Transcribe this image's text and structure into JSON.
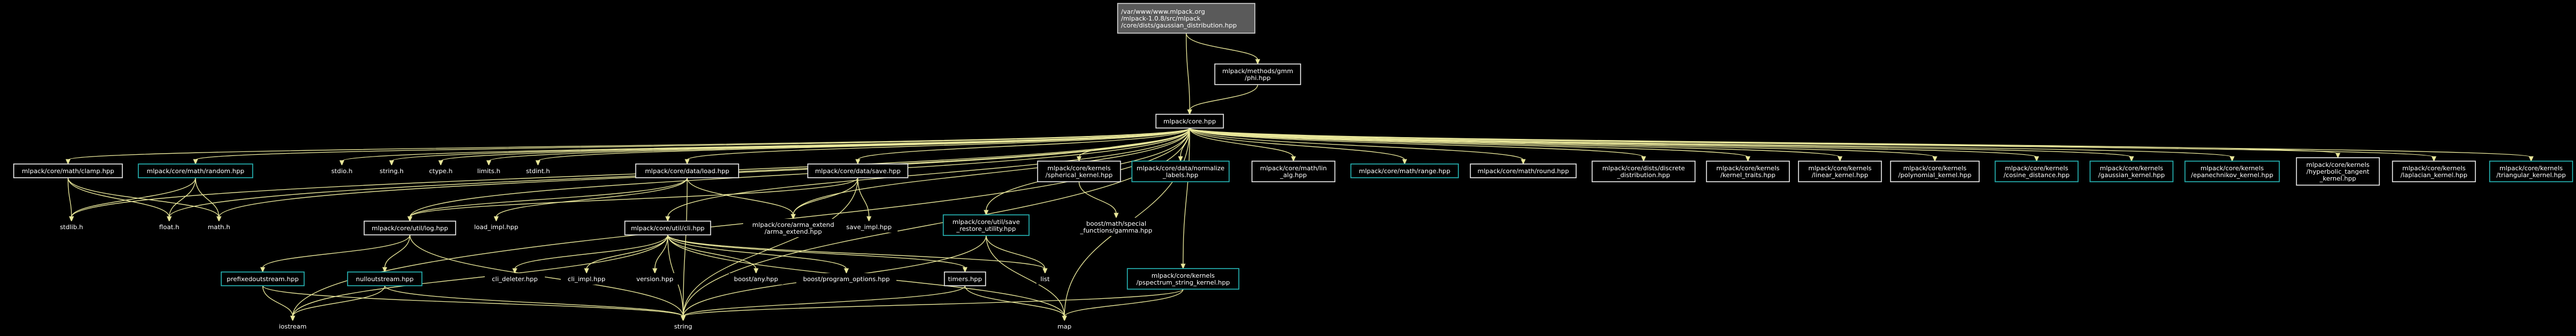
{
  "colors": {
    "background": "#000000",
    "edge": "#e9e79a",
    "documented_border": "#e6e6e6",
    "linked_border": "#25b2b2",
    "root_fill": "#5a5a5a",
    "text": "#ffffff"
  },
  "nodes": [
    {
      "id": "root",
      "kind": "root",
      "lines": [
        "/var/www/www.mlpack.org",
        "/mlpack-1.0.8/src/mlpack",
        "/core/dists/gaussian_distribution.hpp"
      ]
    },
    {
      "id": "gmm_phi",
      "kind": "box",
      "lines": [
        "mlpack/methods/gmm",
        "/phi.hpp"
      ]
    },
    {
      "id": "core",
      "kind": "box",
      "lines": [
        "mlpack/core.hpp"
      ]
    },
    {
      "id": "clamp",
      "kind": "box",
      "lines": [
        "mlpack/core/math/clamp.hpp"
      ]
    },
    {
      "id": "random",
      "kind": "cyan",
      "lines": [
        "mlpack/core/math/random.hpp"
      ]
    },
    {
      "id": "stdio",
      "kind": "plain",
      "lines": [
        "stdio.h"
      ]
    },
    {
      "id": "string_h",
      "kind": "plain",
      "lines": [
        "string.h"
      ]
    },
    {
      "id": "ctype",
      "kind": "plain",
      "lines": [
        "ctype.h"
      ]
    },
    {
      "id": "limits",
      "kind": "plain",
      "lines": [
        "limits.h"
      ]
    },
    {
      "id": "stdint",
      "kind": "plain",
      "lines": [
        "stdint.h"
      ]
    },
    {
      "id": "load",
      "kind": "box",
      "lines": [
        "mlpack/core/data/load.hpp"
      ]
    },
    {
      "id": "save",
      "kind": "box",
      "lines": [
        "mlpack/core/data/save.hpp"
      ]
    },
    {
      "id": "normalize",
      "kind": "cyan",
      "lines": [
        "mlpack/core/data/normalize",
        "_labels.hpp"
      ]
    },
    {
      "id": "spherical",
      "kind": "box",
      "lines": [
        "mlpack/core/kernels",
        "/spherical_kernel.hpp"
      ]
    },
    {
      "id": "lin_alg",
      "kind": "box",
      "lines": [
        "mlpack/core/math/lin",
        "_alg.hpp"
      ]
    },
    {
      "id": "range",
      "kind": "cyan",
      "lines": [
        "mlpack/core/math/range.hpp"
      ]
    },
    {
      "id": "round",
      "kind": "box",
      "lines": [
        "mlpack/core/math/round.hpp"
      ]
    },
    {
      "id": "discrete",
      "kind": "box",
      "lines": [
        "mlpack/core/dists/discrete",
        "_distribution.hpp"
      ]
    },
    {
      "id": "kernel_traits",
      "kind": "box",
      "lines": [
        "mlpack/core/kernels",
        "/kernel_traits.hpp"
      ]
    },
    {
      "id": "linear_kernel",
      "kind": "box",
      "lines": [
        "mlpack/core/kernels",
        "/linear_kernel.hpp"
      ]
    },
    {
      "id": "polynomial",
      "kind": "box",
      "lines": [
        "mlpack/core/kernels",
        "/polynomial_kernel.hpp"
      ]
    },
    {
      "id": "cosine",
      "kind": "cyan",
      "lines": [
        "mlpack/core/kernels",
        "/cosine_distance.hpp"
      ]
    },
    {
      "id": "gaussian_kernel",
      "kind": "cyan",
      "lines": [
        "mlpack/core/kernels",
        "/gaussian_kernel.hpp"
      ]
    },
    {
      "id": "epanechnikov",
      "kind": "cyan",
      "lines": [
        "mlpack/core/kernels",
        "/epanechnikov_kernel.hpp"
      ]
    },
    {
      "id": "hyperbolic",
      "kind": "box",
      "lines": [
        "mlpack/core/kernels",
        "/hyperbolic_tangent",
        "_kernel.hpp"
      ]
    },
    {
      "id": "laplacian",
      "kind": "box",
      "lines": [
        "mlpack/core/kernels",
        "/laplacian_kernel.hpp"
      ]
    },
    {
      "id": "triangular",
      "kind": "cyan",
      "lines": [
        "mlpack/core/kernels",
        "/triangular_kernel.hpp"
      ]
    },
    {
      "id": "stdlib",
      "kind": "plain",
      "lines": [
        "stdlib.h"
      ]
    },
    {
      "id": "float",
      "kind": "plain",
      "lines": [
        "float.h"
      ]
    },
    {
      "id": "math_h",
      "kind": "plain",
      "lines": [
        "math.h"
      ]
    },
    {
      "id": "log_hpp",
      "kind": "box",
      "lines": [
        "mlpack/core/util/log.hpp"
      ]
    },
    {
      "id": "load_impl",
      "kind": "plain",
      "lines": [
        "load_impl.hpp"
      ]
    },
    {
      "id": "cli",
      "kind": "box",
      "lines": [
        "mlpack/core/util/cli.hpp"
      ]
    },
    {
      "id": "arma_extend",
      "kind": "plain",
      "lines": [
        "mlpack/core/arma_extend",
        "/arma_extend.hpp"
      ]
    },
    {
      "id": "save_impl",
      "kind": "plain",
      "lines": [
        "save_impl.hpp"
      ]
    },
    {
      "id": "save_restore",
      "kind": "cyan",
      "lines": [
        "mlpack/core/util/save",
        "_restore_utility.hpp"
      ]
    },
    {
      "id": "gamma",
      "kind": "plain",
      "lines": [
        "boost/math/special",
        "_functions/gamma.hpp"
      ]
    },
    {
      "id": "prefixed",
      "kind": "cyan",
      "lines": [
        "prefixedoutstream.hpp"
      ]
    },
    {
      "id": "nulloutstream",
      "kind": "cyan",
      "lines": [
        "nulloutstream.hpp"
      ]
    },
    {
      "id": "cli_deleter",
      "kind": "plain",
      "lines": [
        "cli_deleter.hpp"
      ]
    },
    {
      "id": "cli_impl",
      "kind": "plain",
      "lines": [
        "cli_impl.hpp"
      ]
    },
    {
      "id": "version",
      "kind": "plain",
      "lines": [
        "version.hpp"
      ]
    },
    {
      "id": "boost_any",
      "kind": "plain",
      "lines": [
        "boost/any.hpp"
      ]
    },
    {
      "id": "program_options",
      "kind": "plain",
      "lines": [
        "boost/program_options.hpp"
      ]
    },
    {
      "id": "timers",
      "kind": "box",
      "lines": [
        "timers.hpp"
      ]
    },
    {
      "id": "list",
      "kind": "plain",
      "lines": [
        "list"
      ]
    },
    {
      "id": "pspectrum",
      "kind": "cyan",
      "lines": [
        "mlpack/core/kernels",
        "/pspectrum_string_kernel.hpp"
      ]
    },
    {
      "id": "iostream",
      "kind": "plain",
      "lines": [
        "iostream"
      ]
    },
    {
      "id": "string",
      "kind": "plain",
      "lines": [
        "string"
      ]
    },
    {
      "id": "map",
      "kind": "plain",
      "lines": [
        "map"
      ]
    }
  ],
  "edges": [
    [
      "root",
      "gmm_phi"
    ],
    [
      "root",
      "core"
    ],
    [
      "gmm_phi",
      "core"
    ],
    [
      "core",
      "clamp"
    ],
    [
      "core",
      "random"
    ],
    [
      "core",
      "stdio"
    ],
    [
      "core",
      "string_h"
    ],
    [
      "core",
      "ctype"
    ],
    [
      "core",
      "limits"
    ],
    [
      "core",
      "stdint"
    ],
    [
      "core",
      "load"
    ],
    [
      "core",
      "save"
    ],
    [
      "core",
      "normalize"
    ],
    [
      "core",
      "spherical"
    ],
    [
      "core",
      "lin_alg"
    ],
    [
      "core",
      "range"
    ],
    [
      "core",
      "round"
    ],
    [
      "core",
      "discrete"
    ],
    [
      "core",
      "kernel_traits"
    ],
    [
      "core",
      "linear_kernel"
    ],
    [
      "core",
      "polynomial"
    ],
    [
      "core",
      "cosine"
    ],
    [
      "core",
      "gaussian_kernel"
    ],
    [
      "core",
      "epanechnikov"
    ],
    [
      "core",
      "hyperbolic"
    ],
    [
      "core",
      "laplacian"
    ],
    [
      "core",
      "triangular"
    ],
    [
      "core",
      "stdlib"
    ],
    [
      "core",
      "float"
    ],
    [
      "core",
      "math_h"
    ],
    [
      "core",
      "log_hpp"
    ],
    [
      "core",
      "cli"
    ],
    [
      "core",
      "arma_extend"
    ],
    [
      "core",
      "save_restore"
    ],
    [
      "core",
      "pspectrum"
    ],
    [
      "core",
      "iostream"
    ],
    [
      "core",
      "string"
    ],
    [
      "core",
      "map"
    ],
    [
      "clamp",
      "stdlib"
    ],
    [
      "clamp",
      "float"
    ],
    [
      "clamp",
      "math_h"
    ],
    [
      "random",
      "stdlib"
    ],
    [
      "random",
      "float"
    ],
    [
      "random",
      "math_h"
    ],
    [
      "load",
      "log_hpp"
    ],
    [
      "load",
      "load_impl"
    ],
    [
      "load",
      "arma_extend"
    ],
    [
      "load",
      "string"
    ],
    [
      "save",
      "log_hpp"
    ],
    [
      "save",
      "arma_extend"
    ],
    [
      "save",
      "save_impl"
    ],
    [
      "save",
      "string"
    ],
    [
      "spherical",
      "gamma"
    ],
    [
      "log_hpp",
      "prefixed"
    ],
    [
      "log_hpp",
      "nulloutstream"
    ],
    [
      "log_hpp",
      "string"
    ],
    [
      "cli",
      "cli_deleter"
    ],
    [
      "cli",
      "cli_impl"
    ],
    [
      "cli",
      "version"
    ],
    [
      "cli",
      "boost_any"
    ],
    [
      "cli",
      "program_options"
    ],
    [
      "cli",
      "timers"
    ],
    [
      "cli",
      "list"
    ],
    [
      "cli",
      "string"
    ],
    [
      "cli",
      "iostream"
    ],
    [
      "cli",
      "map"
    ],
    [
      "save_restore",
      "list"
    ],
    [
      "save_restore",
      "map"
    ],
    [
      "save_restore",
      "string"
    ],
    [
      "prefixed",
      "iostream"
    ],
    [
      "prefixed",
      "string"
    ],
    [
      "nulloutstream",
      "iostream"
    ],
    [
      "nulloutstream",
      "string"
    ],
    [
      "timers",
      "map"
    ],
    [
      "timers",
      "string"
    ],
    [
      "pspectrum",
      "map"
    ],
    [
      "pspectrum",
      "string"
    ]
  ]
}
